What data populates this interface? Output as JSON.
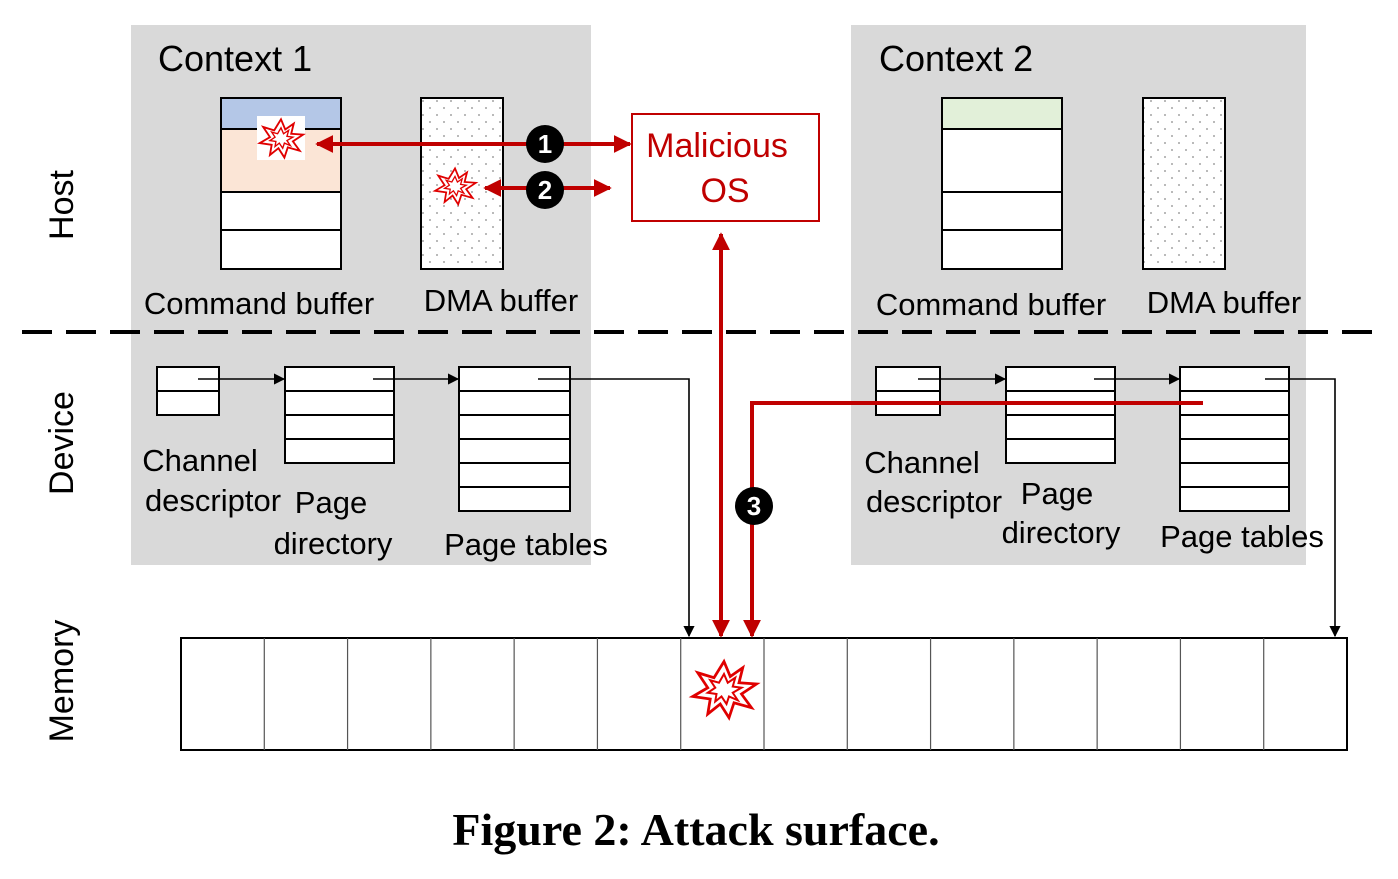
{
  "side_labels": {
    "host": "Host",
    "device": "Device",
    "memory": "Memory"
  },
  "context1": {
    "title": "Context 1",
    "command_buffer": "Command buffer",
    "dma_buffer": "DMA buffer",
    "channel_descriptor": [
      "Channel",
      "descriptor"
    ],
    "page_directory": [
      "Page",
      "directory"
    ],
    "page_tables": "Page tables"
  },
  "context2": {
    "title": "Context 2",
    "command_buffer": "Command buffer",
    "dma_buffer": "DMA buffer",
    "channel_descriptor": [
      "Channel",
      "descriptor"
    ],
    "page_directory": [
      "Page",
      "directory"
    ],
    "page_tables": "Page tables"
  },
  "malicious_os": [
    "Malicious",
    "OS"
  ],
  "attack_markers": [
    "1",
    "2",
    "3"
  ],
  "memory_cells": 14,
  "caption": "Figure 2: Attack surface.",
  "colors": {
    "context_bg": "#d9d9d9",
    "attack": "#c00000",
    "cmd_header_ctx1": "#b4c7e7",
    "cmd_entry_ctx1": "#fbe5d6",
    "cmd_header_ctx2": "#e2f0d9",
    "marker_fill": "#000000"
  },
  "icons": [
    "explosion-icon"
  ]
}
